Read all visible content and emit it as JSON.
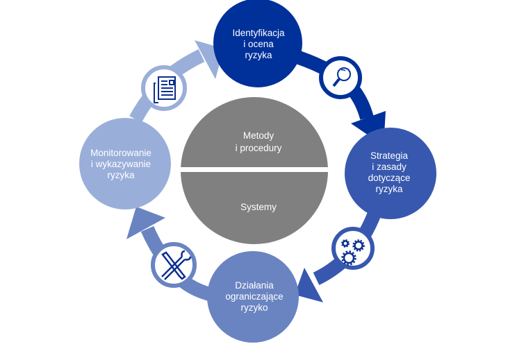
{
  "colors": {
    "stage1": "#00309a",
    "stage2": "#3758ae",
    "stage3": "#6a84c2",
    "stage4": "#9aaeda",
    "center": "#808080",
    "icon_fg": "#0b2e8f",
    "background": "#ffffff"
  },
  "center": {
    "top_lines": [
      "Metody",
      "i procedury"
    ],
    "bottom_lines": [
      "Systemy"
    ]
  },
  "stages": [
    {
      "id": "identification",
      "lines": [
        "Identyfikacja",
        "i ocena",
        "ryzyka"
      ]
    },
    {
      "id": "strategy",
      "lines": [
        "Strategia",
        "i zasady",
        "dotyczące",
        "ryzyka"
      ]
    },
    {
      "id": "mitigation",
      "lines": [
        "Działania",
        "ograniczające",
        "ryzyko"
      ]
    },
    {
      "id": "monitoring",
      "lines": [
        "Monitorowanie",
        "i wykazywanie",
        "ryzyka"
      ]
    }
  ],
  "connectors": [
    {
      "from": "identification",
      "to": "strategy",
      "icon": "magnifier-icon"
    },
    {
      "from": "strategy",
      "to": "mitigation",
      "icon": "gears-icon"
    },
    {
      "from": "mitigation",
      "to": "monitoring",
      "icon": "tools-icon"
    },
    {
      "from": "monitoring",
      "to": "identification",
      "icon": "document-icon"
    }
  ]
}
